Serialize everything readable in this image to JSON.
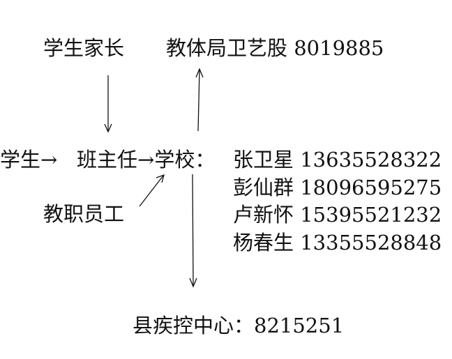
{
  "nodes": {
    "parents": "学生家长",
    "education_bureau": "教体局卫艺股 8019885",
    "student": "学生",
    "arrow_glyph": "→",
    "head_teacher": "班主任",
    "school": "学校：",
    "staff": "教职员工",
    "cdc": "县疾控中心：8215251"
  },
  "school_contacts": [
    {
      "name": "张卫星",
      "phone": "13635528322"
    },
    {
      "name": "彭仙群",
      "phone": "18096595275"
    },
    {
      "name": "卢新怀",
      "phone": "15395521232"
    },
    {
      "name": "杨春生",
      "phone": "13355528848"
    }
  ],
  "colors": {
    "text": "#111111",
    "arrow": "#111111",
    "background": "#ffffff"
  }
}
